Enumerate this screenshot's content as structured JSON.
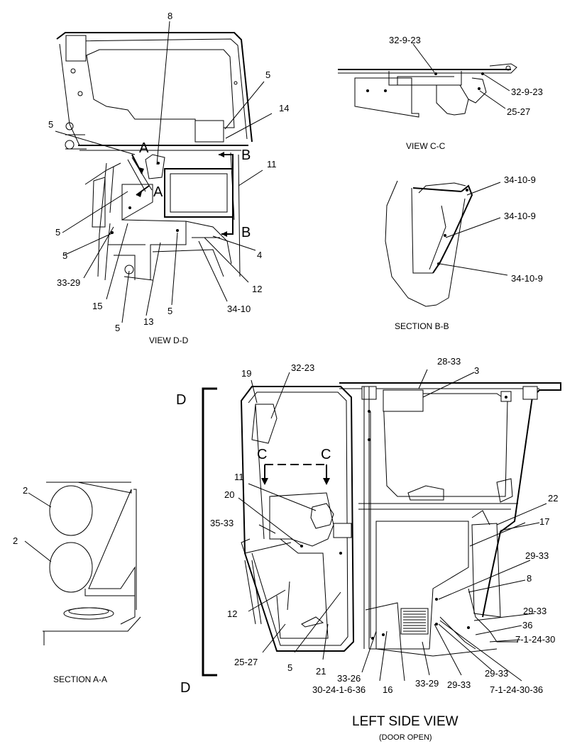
{
  "views": {
    "view_dd": "VIEW D-D",
    "view_cc": "VIEW C-C",
    "section_bb": "SECTION B-B",
    "section_aa": "SECTION A-A",
    "left_side": "LEFT SIDE VIEW",
    "door_open": "(DOOR OPEN)"
  },
  "cut_letters": {
    "a": "A",
    "b": "B",
    "c": "C",
    "d": "D"
  },
  "callouts": {
    "c8": "8",
    "c5": "5",
    "c14": "14",
    "c11": "11",
    "c4": "4",
    "c12": "12",
    "c13": "13",
    "c15": "15",
    "c3329": "33-29",
    "c3410": "34-10",
    "c32923": "32-9-23",
    "c2527": "25-27",
    "c34109": "34-10-9",
    "c2": "2",
    "c19": "19",
    "c3223": "32-23",
    "c2833": "28-33",
    "c3": "3",
    "c20": "20",
    "c3533": "35-33",
    "c22": "22",
    "c17": "17",
    "c2933": "29-33",
    "c36": "36",
    "c712430": "7-1-24-30",
    "c21": "21",
    "c3326": "33-26",
    "c30241636": "30-24-1-6-36",
    "c16": "16",
    "c7124303": "7-1-24-30-36"
  }
}
